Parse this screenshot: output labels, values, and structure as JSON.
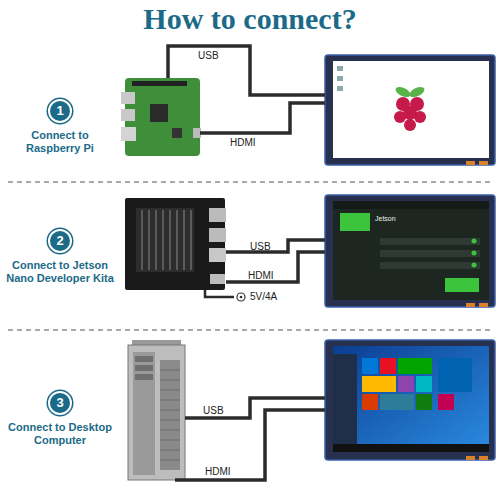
{
  "diagram": {
    "title": "How to connect?",
    "nodes": [
      {
        "text": [
          "1",
          "Connect to Raspberry Pi"
        ]
      },
      {
        "text": [
          "2",
          "Connect to Jetson Nano Developer Kita"
        ]
      },
      {
        "text": [
          "3",
          "Connect to Desktop Computer"
        ]
      }
    ],
    "labels": [
      "USB",
      "HDMI",
      "USB",
      "HDMI",
      "5V/4A",
      "USB",
      "HDMI",
      "Jetson"
    ]
  }
}
